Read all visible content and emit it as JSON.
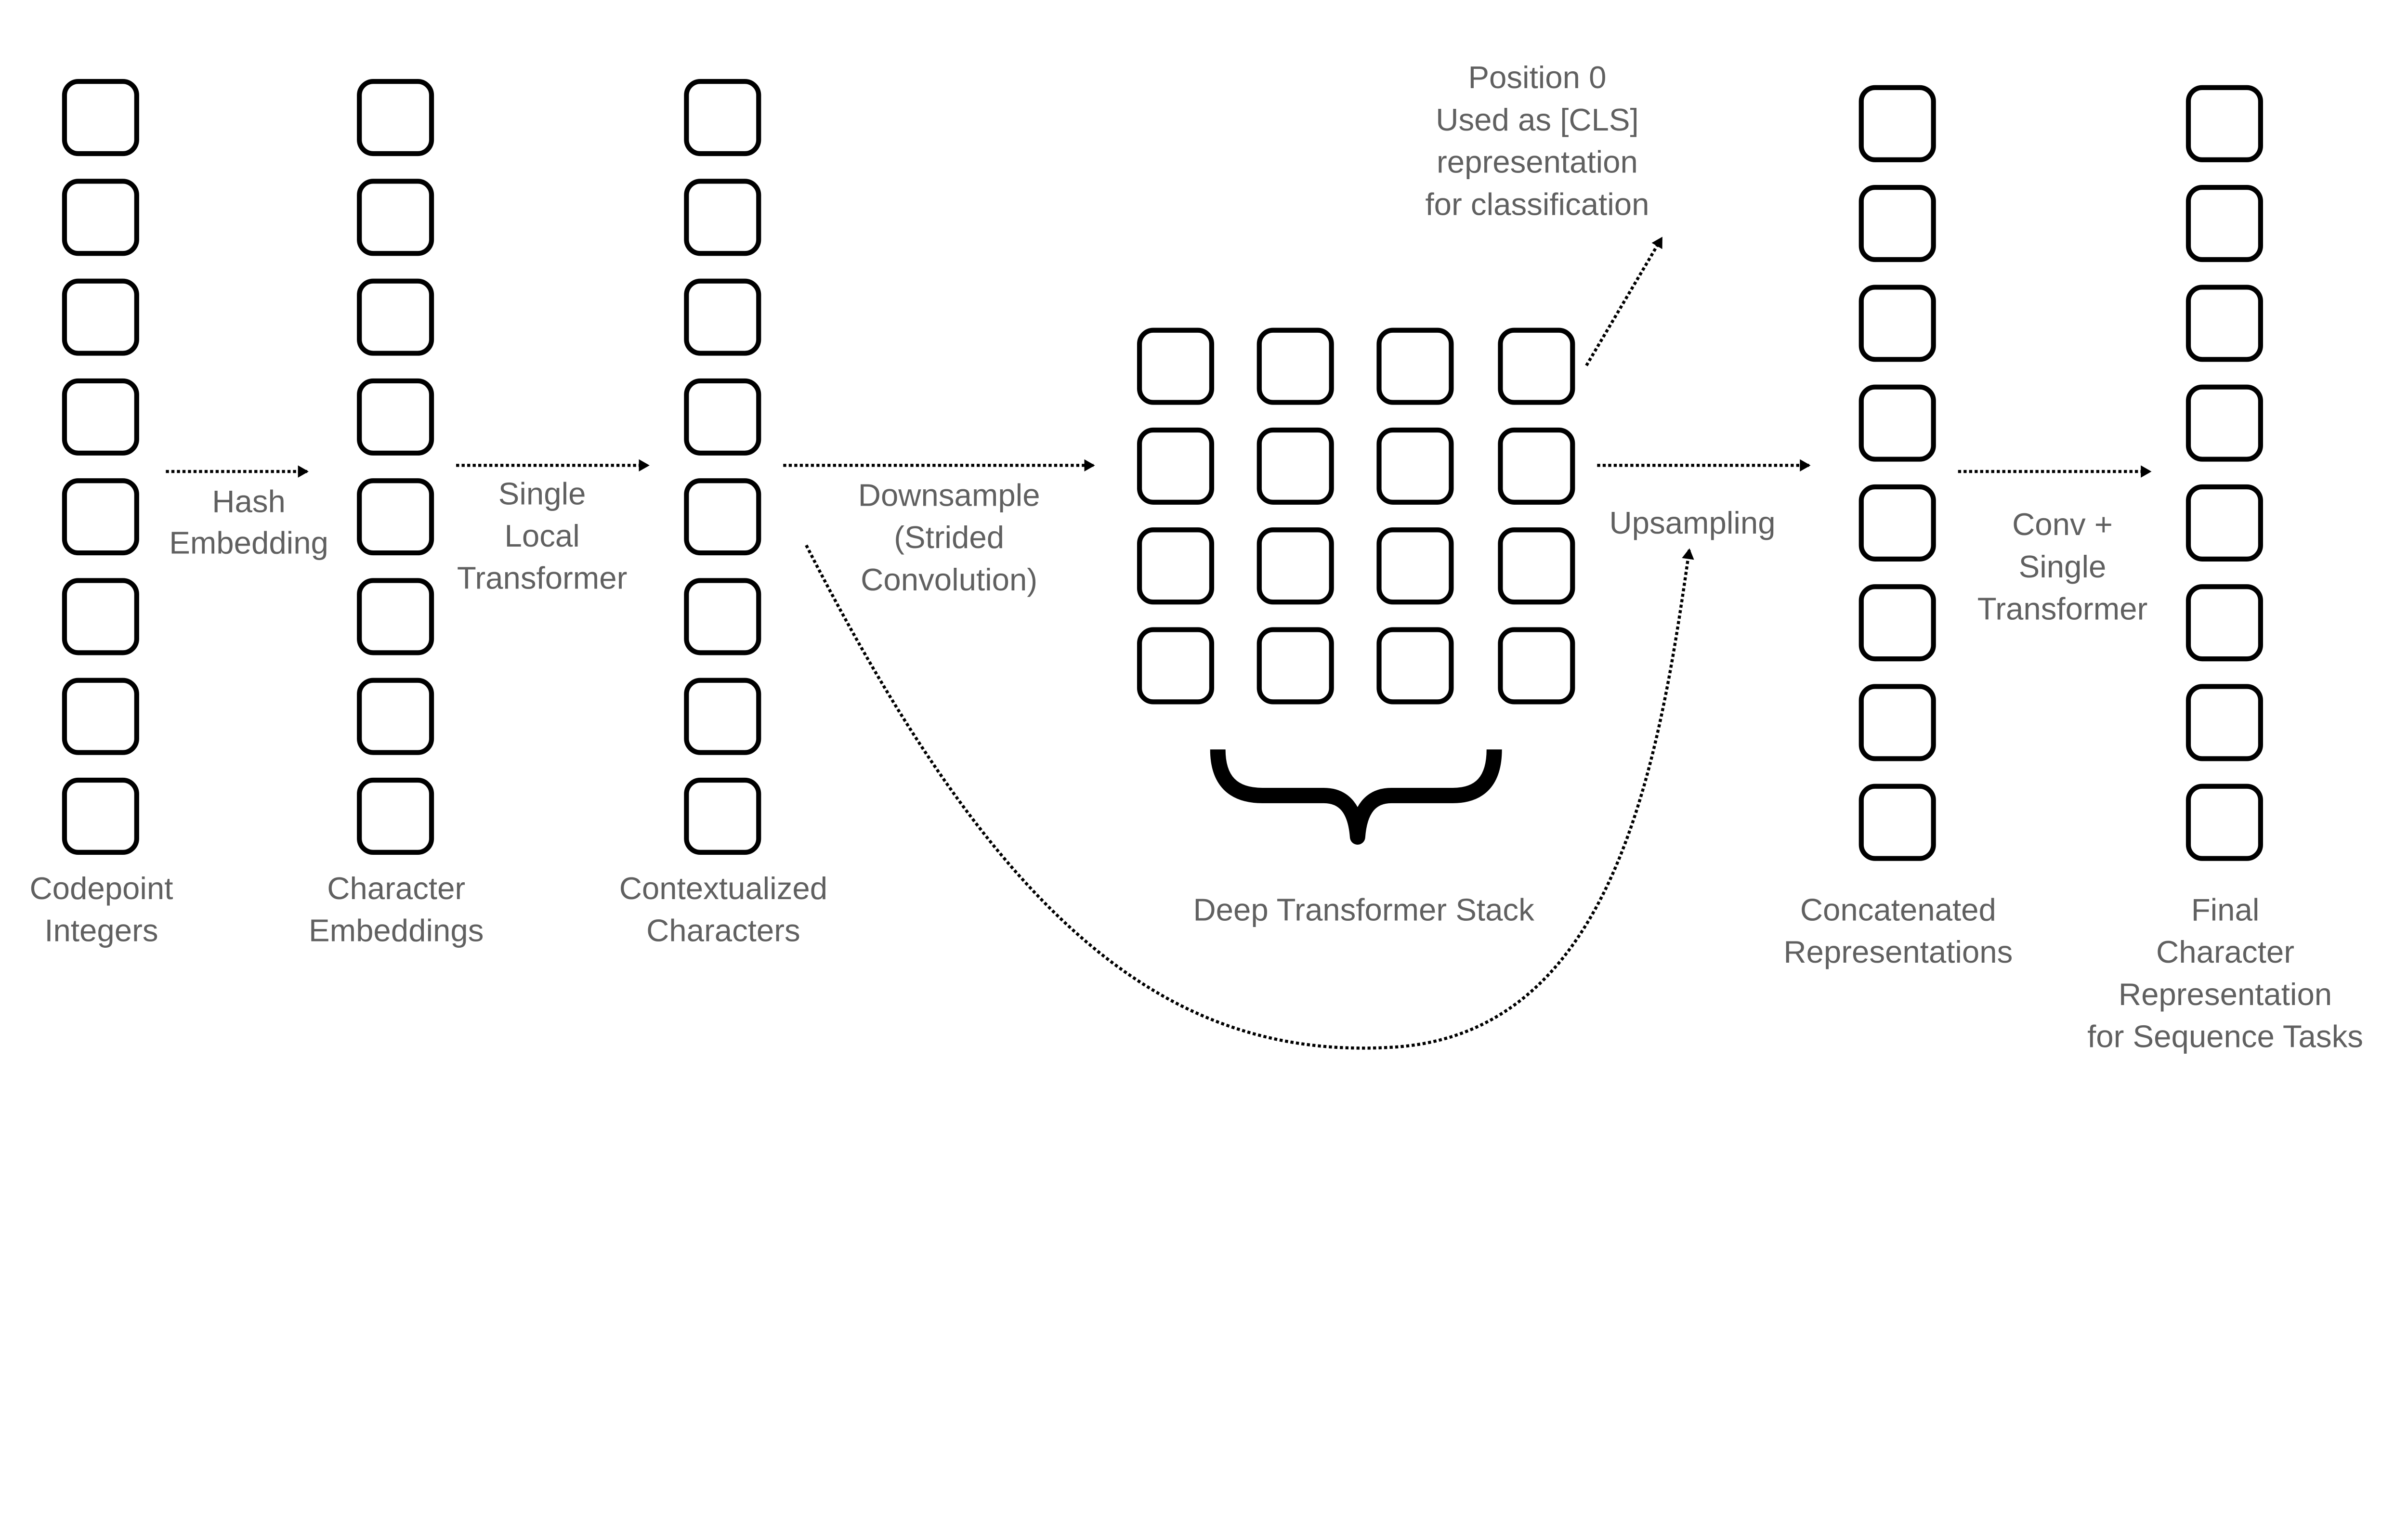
{
  "columns": [
    {
      "id": "codepoint",
      "label": [
        "Codepoint",
        "Integers"
      ]
    },
    {
      "id": "char-emb",
      "label": [
        "Character",
        "Embeddings"
      ]
    },
    {
      "id": "contextualized",
      "label": [
        "Contextualized",
        "Characters"
      ]
    },
    {
      "id": "concatenated",
      "label": [
        "Concatenated",
        "Representations"
      ]
    },
    {
      "id": "final",
      "label": [
        "Final",
        "Character",
        "Representation",
        "for Sequence Tasks"
      ]
    }
  ],
  "transitions": {
    "hash": [
      "Hash",
      "Embedding"
    ],
    "local": [
      "Single",
      "Local",
      "Transformer"
    ],
    "downsample": [
      "Downsample",
      "(Strided",
      "Convolution)"
    ],
    "upsampling": [
      "Upsampling"
    ],
    "conv": [
      "Conv +",
      "Single",
      "Transformer"
    ]
  },
  "deep_stack_label": "Deep Transformer Stack",
  "cls_note": [
    "Position 0",
    "Used as [CLS]",
    "representation",
    "for classification"
  ],
  "colors": {
    "text": "#606060",
    "stroke": "#000000",
    "background": "#ffffff"
  }
}
